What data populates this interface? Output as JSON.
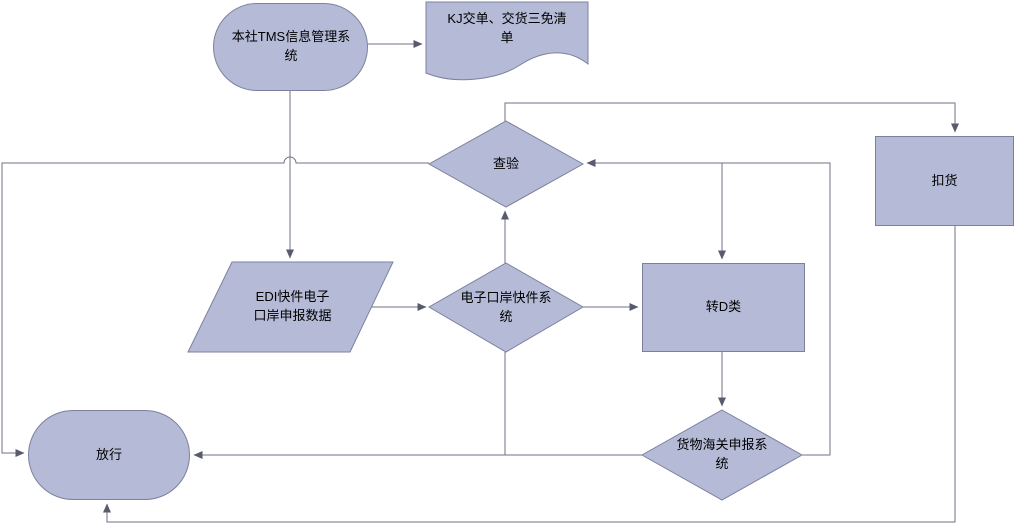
{
  "diagram": {
    "title": "express-customs-clearance-flowchart",
    "colors": {
      "shape_fill": "#b5bbd6",
      "shape_border": "#7c80a0",
      "connector": "#6f7283",
      "background": "#ffffff",
      "text": "#000000"
    },
    "nodes": {
      "tms": {
        "label": "本社TMS信息管理系\n统",
        "type": "terminator"
      },
      "kj_doc": {
        "label": "KJ交单、交货三免清\n单",
        "type": "document"
      },
      "inspection": {
        "label": "查验",
        "type": "decision"
      },
      "hold": {
        "label": "扣货",
        "type": "process"
      },
      "edi": {
        "label": "EDI快件电子\n口岸申报数据",
        "type": "data"
      },
      "eport": {
        "label": "电子口岸快件系\n统",
        "type": "decision"
      },
      "class_d": {
        "label": "转D类",
        "type": "process"
      },
      "customs": {
        "label": "货物海关申报系\n统",
        "type": "decision"
      },
      "release": {
        "label": "放行",
        "type": "terminator"
      }
    },
    "edges": [
      {
        "from": "tms",
        "to": "kj_doc"
      },
      {
        "from": "tms",
        "to": "edi"
      },
      {
        "from": "edi",
        "to": "eport"
      },
      {
        "from": "eport",
        "to": "inspection"
      },
      {
        "from": "eport",
        "to": "class_d"
      },
      {
        "from": "eport",
        "to": "release"
      },
      {
        "from": "inspection",
        "to": "hold"
      },
      {
        "from": "inspection",
        "to": "class_d"
      },
      {
        "from": "inspection",
        "to": "release"
      },
      {
        "from": "class_d",
        "to": "customs"
      },
      {
        "from": "customs",
        "to": "release"
      },
      {
        "from": "customs",
        "to": "inspection"
      },
      {
        "from": "hold",
        "to": "release"
      }
    ]
  }
}
